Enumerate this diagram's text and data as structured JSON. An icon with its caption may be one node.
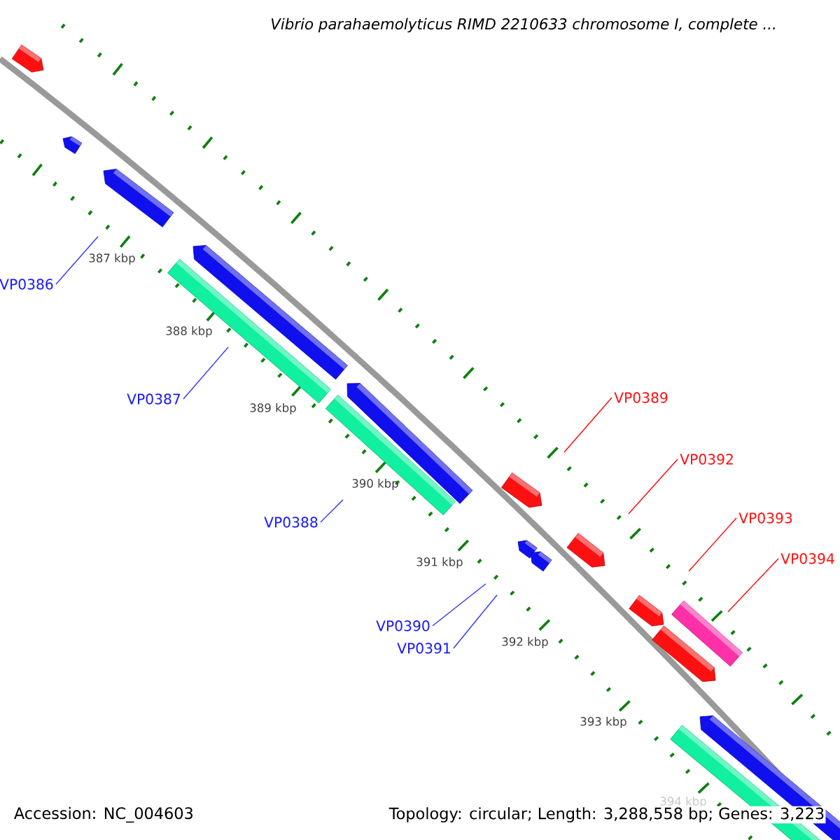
{
  "diagram": {
    "title": "Vibrio parahaemolyticus RIMD 2210633 chromosome I, complete ...",
    "nodes": [
      {
        "text": [
          "VP0386"
        ]
      },
      {
        "text": [
          "VP0387"
        ]
      },
      {
        "text": [
          "VP0388"
        ]
      },
      {
        "text": [
          "VP0390"
        ]
      },
      {
        "text": [
          "VP0391"
        ]
      },
      {
        "text": [
          "VP0389"
        ]
      },
      {
        "text": [
          "VP0392"
        ]
      },
      {
        "text": [
          "VP0393"
        ]
      },
      {
        "text": [
          "VP0394"
        ]
      }
    ],
    "edges": [
      {
        "from": 0,
        "to": null,
        "arrow": "none"
      },
      {
        "from": 1,
        "to": null,
        "arrow": "none"
      },
      {
        "from": 2,
        "to": null,
        "arrow": "none"
      },
      {
        "from": 3,
        "to": null,
        "arrow": "none"
      },
      {
        "from": 4,
        "to": null,
        "arrow": "none"
      },
      {
        "from": 5,
        "to": null,
        "arrow": "none",
        "color": "#ff0000"
      },
      {
        "from": 6,
        "to": null,
        "arrow": "none",
        "color": "#ff0000"
      },
      {
        "from": 7,
        "to": null,
        "arrow": "none",
        "color": "#ff0000"
      },
      {
        "from": 8,
        "to": null,
        "arrow": "none",
        "color": "#ff0000"
      }
    ],
    "labels": [
      "387 kbp",
      "388 kbp",
      "389 kbp",
      "390 kbp",
      "391 kbp",
      "392 kbp",
      "393 kbp",
      "394 kbp",
      "Accession: NC_004603",
      "Topology: circular; Length: 3,288,558 bp; Genes: 3,223"
    ]
  }
}
